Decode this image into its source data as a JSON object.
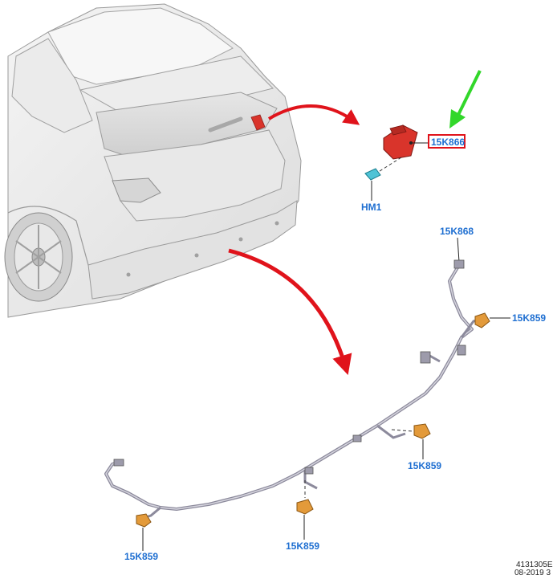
{
  "callouts": {
    "module": "15K866",
    "clip": "HM1",
    "harness": "15K868",
    "sensor_right": "15K859",
    "sensor_center_right": "15K859",
    "sensor_center_left": "15K859",
    "sensor_left": "15K859"
  },
  "footer": {
    "drawing_number": "4131305E",
    "date": "08-2019 3"
  },
  "colors": {
    "callout_text": "#1f6fd1",
    "arrow_red": "#e0131b",
    "arrow_green": "#32d72a",
    "module_highlight": "#d9342b",
    "sensor_orange": "#e39a3a",
    "harness": "#8c8a9c",
    "clip_cyan": "#4fc3d6"
  }
}
